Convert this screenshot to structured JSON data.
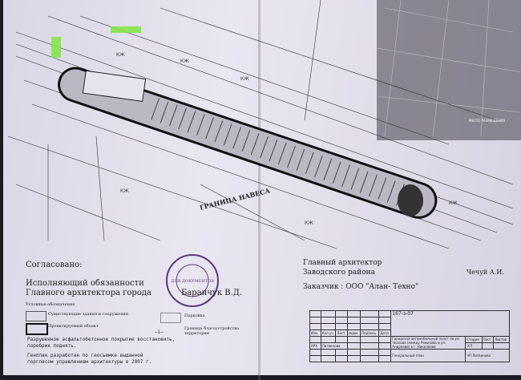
{
  "map": {
    "boundary_label": "ГРАНИЦА НАВЕСА",
    "building_labels": [
      "КЖ",
      "КЖ",
      "КЖ",
      "КЖ",
      "КЖ",
      "КЖ"
    ],
    "inset_label": "МЕСТО РАЗМЕЩЕНИЯ"
  },
  "approval": {
    "heading": "Согласовано:",
    "line1": "Исполняющий обязанности",
    "line2": "Главного архитектора города",
    "signatory": "Баранчук В.Д.",
    "stamp_text": "ДЛЯ ДОКУМЕНТОВ"
  },
  "legend": {
    "title": "Условные обозначения",
    "existing": "Существующие здания и сооружения",
    "parking": "Парковка",
    "projected": "Проектируемый объект",
    "boundary": "Граница благоустройства территории",
    "boundary_symbol": "—i—"
  },
  "notes": {
    "note1": "Разрушенное асфальтобетонное покрытие восстановить,",
    "note1b": "поребрик поднять.",
    "note2": "Генплан разработан по геосъемке выданной",
    "note2b": "горгласом управлением архитектуры в 2007 г."
  },
  "district": {
    "line1": "Главный архитектор",
    "line2": "Заводского района",
    "signatory": "Чечуй А.И.",
    "customer": "Заказчик : ООО \"Алан- Техно\""
  },
  "title_block": {
    "code": "167-з-07",
    "headers": [
      "Изм.",
      "Кол.уч",
      "Лист",
      "№док",
      "Подпись",
      "Дата"
    ],
    "role": "АРХ.",
    "author": "Литвинова",
    "project": "Городской автомобильный пункт по ул. Чкалова (между Ремизова и ул. Андреева) в г. Николаеве",
    "sheet_title": "Генеральный план",
    "stage_h": "Стадия",
    "sheet_h": "Лист",
    "sheets_h": "Листов",
    "stage": "Э.П",
    "org": "ЧП Литвинова"
  }
}
